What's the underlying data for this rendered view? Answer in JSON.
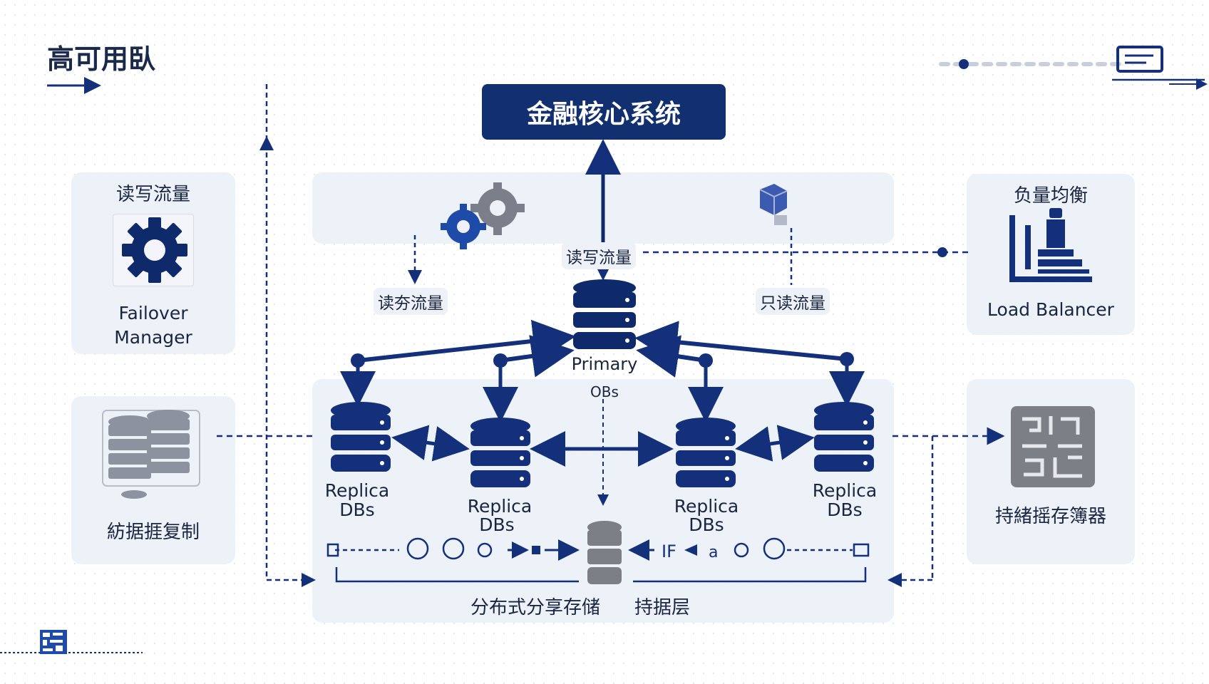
{
  "header": {
    "title": "高可用臥",
    "system_title": "金融核心系统"
  },
  "left_panels": {
    "failover": {
      "heading": "读写流量",
      "label_line1": "Failover",
      "label_line2": "Manager"
    },
    "replication": {
      "label": "紡据捱复制"
    }
  },
  "right_panels": {
    "load_balancer": {
      "heading": "负量均衡",
      "label": "Load Balancer"
    },
    "storage": {
      "label": "持緒摇存簿器"
    }
  },
  "flow_labels": {
    "read_write": "读写流量",
    "read_left": "读夯流量",
    "read_only": "只读流量"
  },
  "primary": {
    "line1": "Primary",
    "line2": "OBs"
  },
  "replicas": [
    {
      "line1": "Replica",
      "line2": "DBs"
    },
    {
      "line1": "Replica",
      "line2": "DBs"
    },
    {
      "line1": "Replica",
      "line2": "DBs"
    },
    {
      "line1": "Replica",
      "line2": "DBs"
    }
  ],
  "bottom": {
    "storage_label": "分布式分享存储",
    "layer_label": "持据层"
  },
  "colors": {
    "navy": "#15307a",
    "dark_navy": "#0e2a6b",
    "panel": "#ecf0f7",
    "gray_db": "#7d7f86"
  }
}
